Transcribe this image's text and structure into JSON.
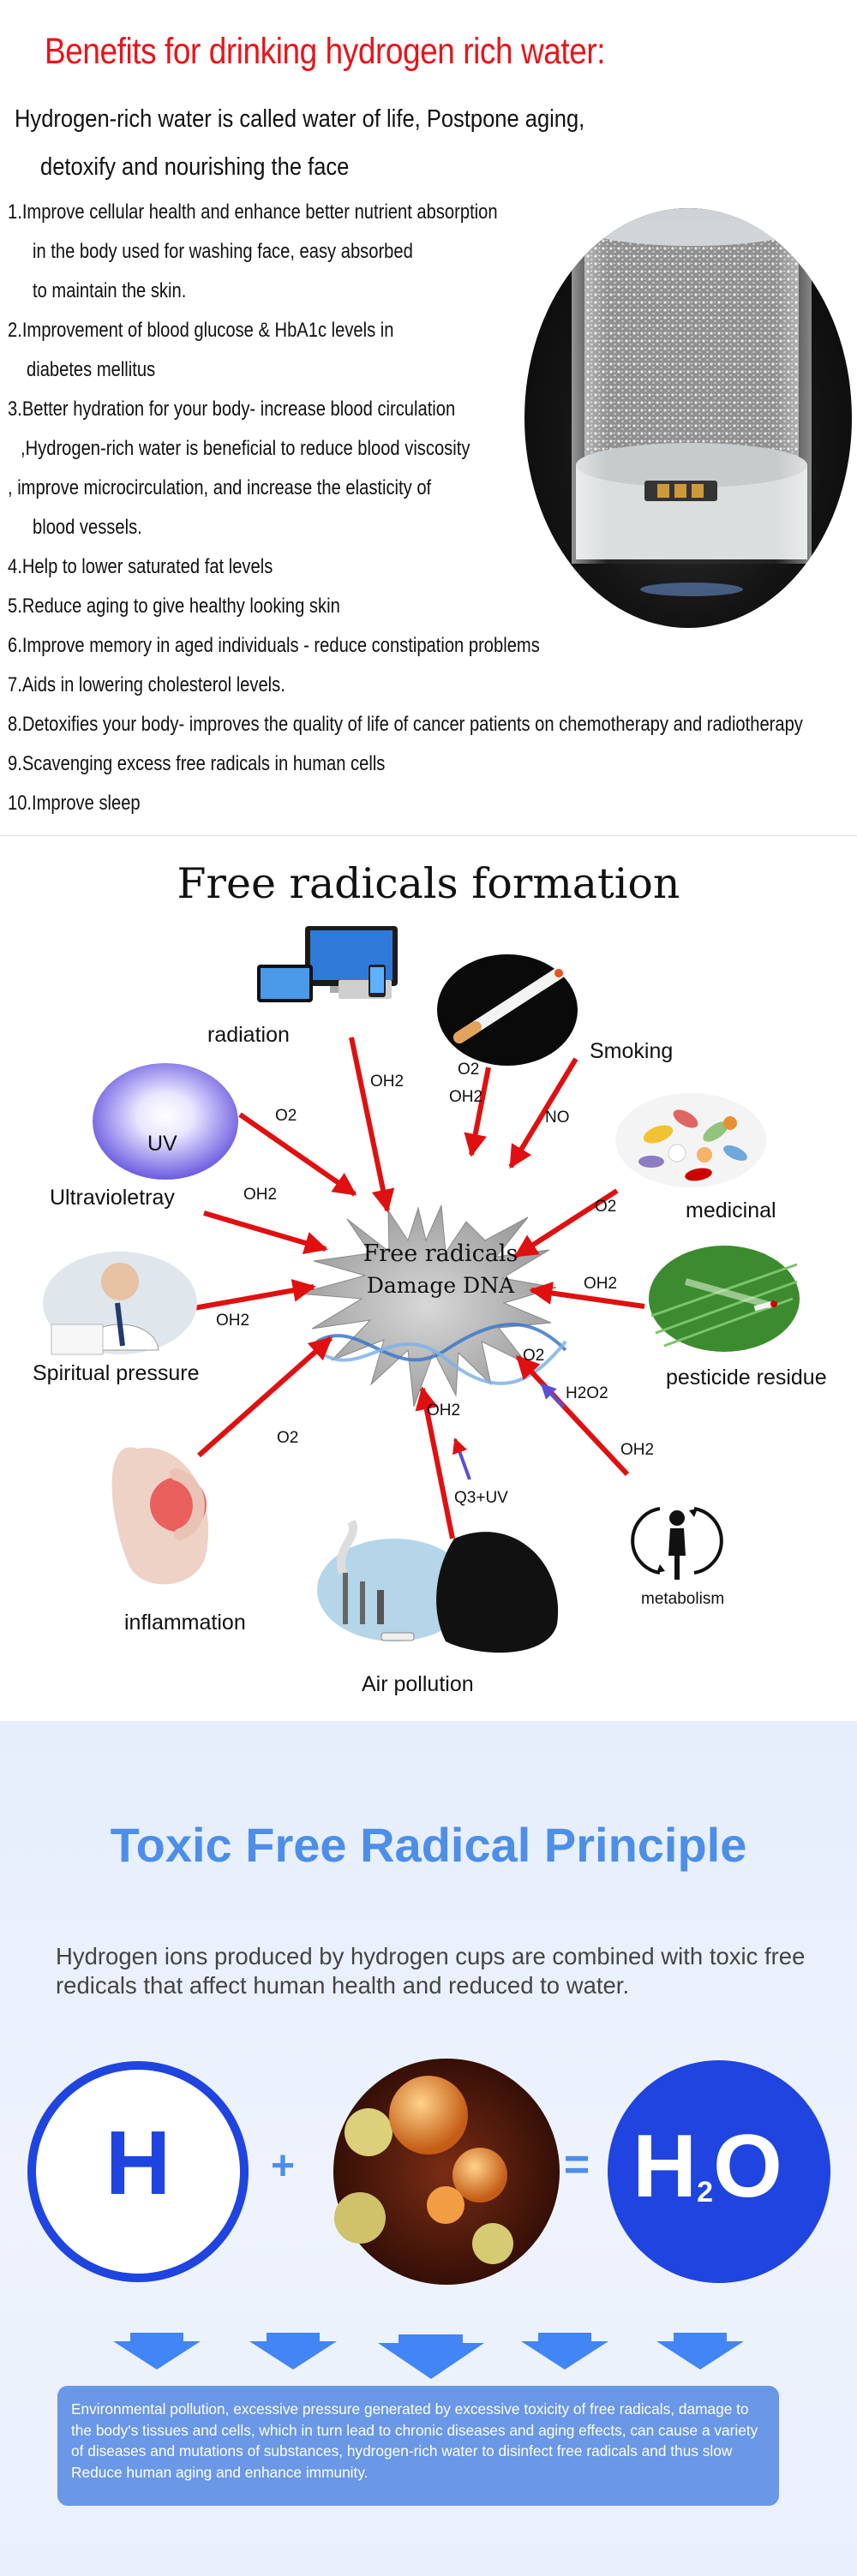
{
  "section1": {
    "title": "Benefits for drinking hydrogen rich water:",
    "intro_line1": "Hydrogen-rich water is called water of life, Postpone aging,",
    "intro_line2": "detoxify and nourishing the face",
    "benefits": [
      "1.Improve cellular health and enhance better nutrient absorption",
      "in the body used for washing face, easy absorbed",
      "to maintain the skin.",
      "2.Improvement of blood glucose & HbA1c levels in",
      "diabetes mellitus",
      "3.Better hydration for your body- increase blood circulation",
      ",Hydrogen-rich water is beneficial to reduce blood viscosity",
      ",   improve microcirculation, and increase the elasticity of",
      "blood vessels.",
      "4.Help to lower saturated fat levels",
      "5.Reduce aging to give healthy looking skin",
      "6.Improve memory in aged individuals - reduce constipation problems",
      "7.Aids in lowering cholesterol levels.",
      "8.Detoxifies your body- improves the quality of life of cancer patients on chemotherapy and radiotherapy",
      "9.Scavenging excess free radicals in human cells",
      "10.Improve sleep"
    ]
  },
  "section2": {
    "title": "Free radicals formation",
    "center_line1": "Free radicals",
    "center_line2": "Damage DNA",
    "labels": {
      "radiation": "radiation",
      "smoking": "Smoking",
      "uv_badge": "UV",
      "ultraviolet": "Ultravioletray",
      "medicinal": "medicinal",
      "spiritual": "Spiritual pressure",
      "pesticide": "pesticide residue",
      "inflammation": "inflammation",
      "metabolism": "metabolism",
      "air": "Air pollution"
    },
    "chem": {
      "oh2_radiation": "OH2",
      "o2_smoking": "O2",
      "oh2_smoking": "OH2",
      "no_smoking": "NO",
      "o2_uv": "O2",
      "oh2_ultra": "OH2",
      "o2_medicinal": "O2",
      "oh2_spiritual": "OH2",
      "oh2_pesticide": "OH2",
      "o2_metabolism": "O2",
      "h2o2_metabolism": "H2O2",
      "oh2_metabolism": "OH2",
      "o2_inflammation": "O2",
      "oh2_air": "OH2",
      "q3uv_air": "Q3+UV"
    }
  },
  "section3": {
    "title": "Toxic Free Radical Principle",
    "subtitle": "Hydrogen ions produced by hydrogen cups are combined with toxic free redicals that affect human health and reduced to water.",
    "h_symbol": "H",
    "plus": "+",
    "equals": "=",
    "h2o_h": "H",
    "h2o_2": "2",
    "h2o_o": "O",
    "info": "Environmental pollution, excessive pressure generated by excessive toxicity of free radicals, damage to the body's tissues and cells, which in turn lead to chronic diseases and aging effects, can cause a variety of diseases and mutations of substances, hydrogen-rich water to disinfect free radicals and thus slow Reduce human aging and enhance immunity."
  },
  "colors": {
    "title_red": "#e8141a",
    "arrow_red": "#e01010",
    "arrow_purple": "#5a4fd6",
    "blue_title": "#4d8ee8",
    "circle_blue": "#1f44e0",
    "info_box": "#6a97e6"
  }
}
